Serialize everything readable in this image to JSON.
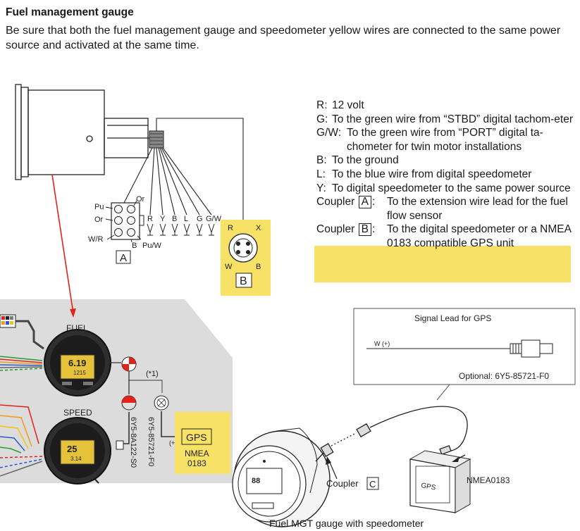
{
  "header": {
    "title": "Fuel management gauge",
    "intro": "Be sure that both the fuel management gauge and speedometer yellow wires are connected to the same power source and activated at the same time."
  },
  "legend": [
    {
      "key": "R:",
      "text": "12 volt"
    },
    {
      "key": "G:",
      "text": "To the green wire from “STBD” digital tachom-eter"
    },
    {
      "key": "G/W:",
      "text": "To the green wire from “PORT” digital ta-chometer for twin motor installations"
    },
    {
      "key": "B:",
      "text": "To the ground"
    },
    {
      "key": "L:",
      "text": "To the blue wire from digital speedometer"
    },
    {
      "key": "Y:",
      "text": "To digital speedometer to the same power source"
    }
  ],
  "couplers": [
    {
      "word": "Coupler",
      "letter": "A",
      "text": "To the extension wire lead for the fuel flow sensor"
    },
    {
      "word": "Coupler",
      "letter": "B",
      "text": "To the digital speedometer or a NMEA 0183 compatible GPS unit"
    }
  ],
  "top_diagram": {
    "coupler_a_pins": [
      "Pu",
      "Or",
      "W/R",
      "Or",
      "B",
      "Pu/W"
    ],
    "wire_labels": [
      "R",
      "Y",
      "B",
      "L",
      "G",
      "G/W"
    ],
    "coupler_a_letter": "A",
    "coupler_b_pins": [
      "R",
      "X",
      "W",
      "B"
    ],
    "coupler_b_letter": "B"
  },
  "left_panel": {
    "fuel_label": "FUEL",
    "speed_label": "SPEED",
    "fuel_display": [
      "6.19",
      "1215"
    ],
    "speed_display": [
      "25",
      "3.14"
    ],
    "footnote": "(*1)",
    "part1": "6Y5-8A122-S0",
    "part2": "6Y5-85721-F0",
    "plus_mark": "(+)",
    "gps": "GPS",
    "nmea": [
      "NMEA",
      "0183"
    ]
  },
  "signal_lead": {
    "title": "Signal Lead for GPS",
    "wire": "W (+)",
    "optional": "Optional: 6Y5-85721-F0"
  },
  "bottom_right": {
    "coupler_word": "Coupler",
    "coupler_letter": "C",
    "gps_box": "GPS",
    "nmea_label": "NMEA0183",
    "caption": "Fuel MGT gauge with speedometer"
  },
  "colors": {
    "highlight": "#f7e267",
    "panel_bg": "#dcdcdc",
    "arrow": "#e2231a",
    "line": "#222222"
  }
}
